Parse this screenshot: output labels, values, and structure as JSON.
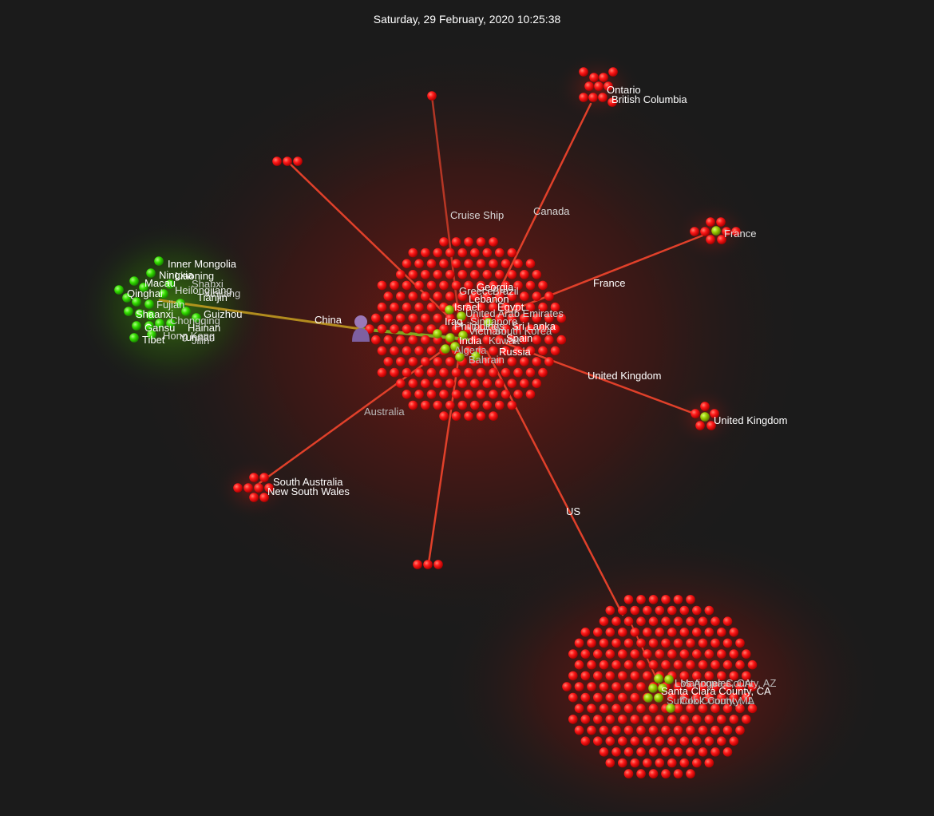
{
  "timestamp": "Saturday, 29 February, 2020 10:25:38",
  "colors": {
    "background": "#1b1b1b",
    "infected": "#ff1a1a",
    "recovered": "#99cc00",
    "china_cluster": "#33dd00",
    "edge": "#e0402a",
    "edge_china": "#c8a020",
    "root": "#9a78b8"
  },
  "root_icon": "person-icon",
  "edge_labels": [
    "China",
    "Cruise Ship",
    "Canada",
    "France",
    "United Kingdom",
    "US",
    "Australia"
  ],
  "china_regions": [
    "Inner Mongolia",
    "Liaoning",
    "Ningxia",
    "Shanxi",
    "Macau",
    "Xinjiang",
    "Heilongjiang",
    "Qinghai",
    "Tianjin",
    "Shaanxi",
    "Guizhou",
    "Gansu",
    "Hainan",
    "Yunnan",
    "Tibet",
    "Jilin",
    "Hong Kong",
    "Fujian",
    "Chongqing"
  ],
  "canada_regions": [
    "Ontario",
    "British Columbia"
  ],
  "france_regions": [
    "France"
  ],
  "uk_regions": [
    "United Kingdom"
  ],
  "australia_regions": [
    "South Australia",
    "New South Wales"
  ],
  "hub_countries": [
    "Georgia",
    "Greece",
    "Brazil",
    "Lebanon",
    "Israel",
    "Egypt",
    "United Arab Emirates",
    "Iraq",
    "Singapore",
    "Philippines",
    "Sri Lanka",
    "Vietnam",
    "South Korea",
    "India",
    "Spain",
    "Russia",
    "Bahrain",
    "Kuwait",
    "Algeria"
  ],
  "us_regions": [
    "Los Angeles, CA",
    "Maricopa County, AZ",
    "Santa Clara County, CA",
    "Cook County, IL",
    "Suffolk County, MA"
  ]
}
